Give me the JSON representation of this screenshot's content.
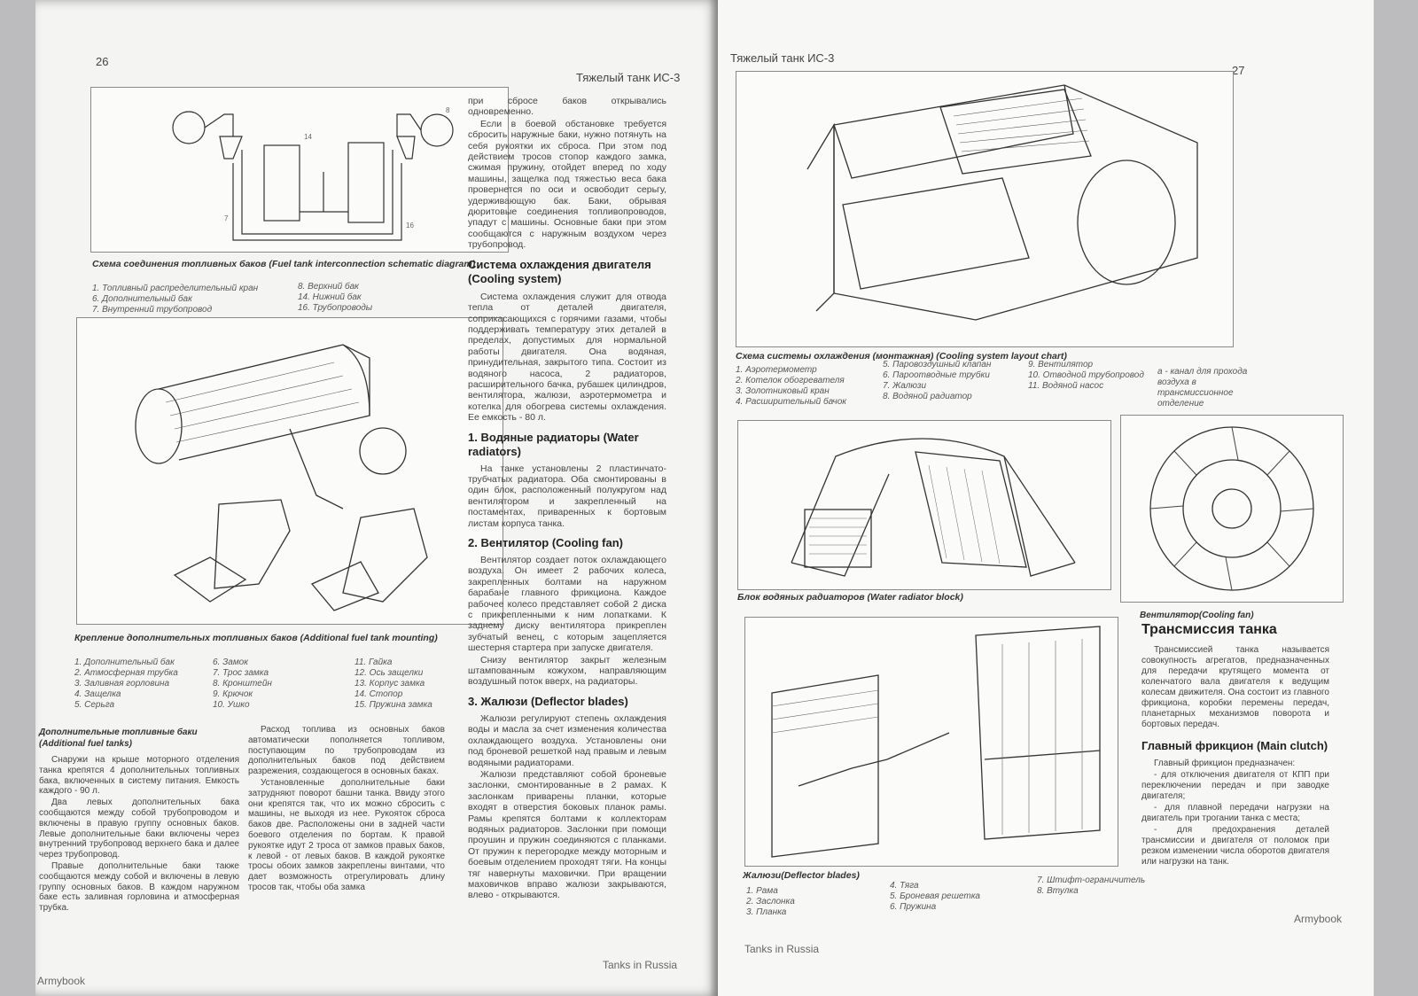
{
  "left": {
    "page_number": "26",
    "running_head": "Тяжелый танк ИС-3",
    "fig1": {
      "caption": "Схема соединения топливных баков (Fuel tank interconnection schematic diagram)",
      "legend_col1": [
        "1. Топливный распределительный кран",
        "6. Дополнительный бак",
        "7. Внутренний трубопровод"
      ],
      "legend_col2": [
        "8. Верхний бак",
        "14. Нижний бак",
        "16. Трубопроводы"
      ]
    },
    "fig2": {
      "caption": "Крепление дополнительных топливных баков (Additional fuel tank mounting)",
      "legend_col1": [
        "1. Дополнительный бак",
        "2. Атмосферная трубка",
        "3. Заливная горловина",
        "4. Защелка",
        "5. Серьга"
      ],
      "legend_col2": [
        "6. Замок",
        "7. Трос замка",
        "8. Кронштейн",
        "9. Крючок",
        "10. Ушко"
      ],
      "legend_col3": [
        "11. Гайка",
        "12. Ось защелки",
        "13. Корпус замка",
        "14. Стопор",
        "15. Пружина замка"
      ]
    },
    "section_extra": {
      "heading": "Дополнительные топливные баки (Additional fuel tanks)",
      "paragraphs": [
        "Снаружи на крыше моторного отделения танка крепятся 4 дополнительных топливных бака, включенных в систему питания. Емкость каждого - 90 л.",
        "Два левых дополнительных бака сообщаются между собой трубопроводом и включены в правую группу основных баков. Левые дополнительные баки включены через внутренний трубопровод верхнего бака и далее через трубопровод.",
        "Правые дополнительные баки также сообщаются между собой и включены в левую группу основных баков. В каждом наружном баке есть заливная горловина и атмосферная трубка."
      ]
    },
    "col_mid": {
      "paragraphs": [
        "Расход топлива из основных баков автоматически пополняется топливом, поступающим по трубопроводам из дополнительных баков под действием разрежения, создающегося в основных баках.",
        "Установленные дополнительные баки затрудняют поворот башни танка. Ввиду этого они крепятся так, что их можно сбросить с машины, не выходя из нее. Рукояток сброса баков две. Расположены они в задней части боевого отделения по бортам. К правой рукоятке идут 2 троса от замков правых баков, к левой - от левых баков. В каждой рукоятке тросы обоих замков закреплены винтами, что дает возможность отрегулировать длину тросов так, чтобы оба замка"
      ]
    },
    "col_right": {
      "intro": [
        "при сбросе баков открывались одновременно.",
        "Если в боевой обстановке требуется сбросить наружные баки, нужно потянуть на себя рукоятки их сброса. При этом под действием тросов стопор каждого замка, сжимая пружину, отойдет вперед по ходу машины, защелка под тяжестью веса бака провернется по оси и освободит серьгу, удерживающую бак. Баки, обрывая дюритовые соединения топливопроводов, упадут с машины. Основные баки при этом сообщаются с наружным воздухом через трубопровод."
      ],
      "cooling_heading": "Система охлаждения двигателя (Cooling system)",
      "cooling_text": "Система охлаждения служит для отвода тепла от деталей двигателя, соприкасающихся с горячими газами, чтобы поддерживать температуру этих деталей в пределах, допустимых для нормальной работы двигателя. Она водяная, принудительная, закрытого типа. Состоит из водяного насоса, 2 радиаторов, расширительного бачка, рубашек цилиндров, вентилятора, жалюзи, аэротермометра и котелка для обогрева системы охлаждения. Ее емкость - 80 л.",
      "radiators_heading": "1. Водяные радиаторы (Water radiators)",
      "radiators_text": "На танке установлены 2 пластинчато-трубчатых радиатора. Оба смонтированы в один блок, расположенный полукругом над вентилятором и закрепленный на постаментах, приваренных к бортовым листам корпуса танка.",
      "fan_heading": "2. Вентилятор (Cooling fan)",
      "fan_text": [
        "Вентилятор создает поток охлаждающего воздуха. Он имеет 2 рабочих колеса, закрепленных болтами на наружном барабане главного фрикциона. Каждое рабочее колесо представляет собой 2 диска с прикрепленными к ним лопатками. К заднему диску вентилятора прикреплен зубчатый венец, с которым зацепляется шестерня стартера при запуске двигателя.",
        "Снизу вентилятор закрыт железным штампованным кожухом, направляющим воздушный поток вверх, на радиаторы."
      ],
      "blades_heading": "3. Жалюзи (Deflector blades)",
      "blades_text": [
        "Жалюзи регулируют степень охлаждения воды и масла за счет изменения количества охлаждающего воздуха. Установлены они под броневой решеткой над правым и левым водяными радиаторами.",
        "Жалюзи представляют собой броневые заслонки, смонтированные в 2 рамах. К заслонкам приварены планки, которые входят в отверстия боковых планок рамы. Рамы крепятся болтами к коллекторам водяных радиаторов. Заслонки при помощи проушин и пружин соединяются с планками. От пружин к перегородке между моторным и боевым отделением проходят тяги. На концы тяг навернуты маховички. При вращении маховичков вправо жалюзи закрываются, влево - открываются."
      ]
    },
    "footer_left": "Armybook",
    "footer_right": "Tanks in Russia"
  },
  "right": {
    "running_head": "Тяжелый танк ИС-3",
    "page_number": "27",
    "fig_cooling": {
      "caption": "Схема системы охлаждения (монтажная) (Cooling system layout chart)",
      "legend_col1": [
        "1. Аэротермометр",
        "2. Котелок обогревателя",
        "3. Золотниковый кран",
        "4. Расширительный бачок"
      ],
      "legend_col2": [
        "5. Паровоздушный клапан",
        "6. Пароотводные трубки",
        "7. Жалюзи",
        "8. Водяной радиатор"
      ],
      "legend_col3": [
        "9. Вентилятор",
        "10. Отводной трубопровод",
        "11. Водяной насос"
      ],
      "legend_col4": [
        "а - канал для прохода воздуха в трансмиссионное отделение"
      ]
    },
    "fig_radiator_caption": "Блок водяных радиаторов (Water radiator block)",
    "fig_fan_caption": "Вентилятор(Cooling fan)",
    "fig_blades": {
      "caption": "Жалюзи(Deflector blades)",
      "legend_col1": [
        "1. Рама",
        "2. Заслонка",
        "3. Планка"
      ],
      "legend_col2": [
        "4. Тяга",
        "5. Броневая решетка",
        "6. Пружина"
      ],
      "legend_col3": [
        "7. Штифт-ограничитель",
        "8. Втулка"
      ]
    },
    "transmission": {
      "heading": "Трансмиссия танка",
      "text": "Трансмиссией танка называется совокупность агрегатов, предназначенных для передачи крутящего момента от коленчатого вала двигателя к ведущим колесам движителя. Она состоит из главного фрикциона, коробки перемены передач, планетарных механизмов поворота и бортовых передач.",
      "clutch_heading": "Главный фрикцион (Main clutch)",
      "clutch_lines": [
        "Главный фрикцион предназначен:",
        "- для отключения двигателя от КПП при переключении передач и при заводке двигателя;",
        "- для плавной передачи нагрузки на двигатель при трогании танка с места;",
        "- для предохранения деталей трансмиссии и двигателя от поломок при резком изменении числа оборотов двигателя или нагрузки на танк."
      ]
    },
    "footer_left": "Tanks in Russia",
    "footer_right": "Armybook"
  }
}
